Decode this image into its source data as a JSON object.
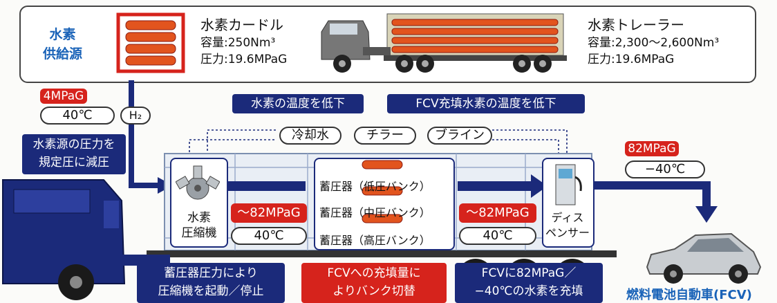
{
  "source": {
    "line1": "水素",
    "line2": "供給源"
  },
  "curdle": {
    "title": "水素カードル",
    "capacity": "容量:250Nm³",
    "pressure": "圧力:19.6MPaG"
  },
  "trailer": {
    "title": "水素トレーラー",
    "capacity": "容量:2,300〜2,600Nm³",
    "pressure": "圧力:19.6MPaG"
  },
  "inlet": {
    "pressure": "4MPaG",
    "temp": "40℃",
    "gas": "H₂"
  },
  "callouts": {
    "reduce_l1": "水素源の圧力を",
    "reduce_l2": "規定圧に減圧",
    "temp_down": "水素の温度を低下",
    "fcv_temp_down": "FCV充填水素の温度を低下"
  },
  "cooling": {
    "water": "冷却水",
    "chiller": "チラー",
    "brine": "ブライン"
  },
  "compressor": {
    "line1": "水素",
    "line2": "圧縮機",
    "pressure": "〜82MPaG",
    "temp": "40℃"
  },
  "banks": [
    "蓄圧器（低圧バンク）",
    "蓄圧器（中圧バンク）",
    "蓄圧器（高圧バンク）"
  ],
  "dispenser": {
    "line1": "ディス",
    "line2": "ペンサー",
    "pressure": "〜82MPaG",
    "temp": "40℃"
  },
  "outlet": {
    "pressure": "82MPaG",
    "temp": "−40℃"
  },
  "bottom": {
    "b1_l1": "蓄圧器圧力により",
    "b1_l2": "圧縮機を起動／停止",
    "b2_l1": "FCVへの充填量に",
    "b2_l2": "よりバンク切替",
    "b3_l1": "FCVに82MPaG／",
    "b3_l2": "−40℃の水素を充填"
  },
  "fcv_label": "燃料電池自動車(FCV)",
  "colors": {
    "navy": "#1b2a7a",
    "red": "#d6231c",
    "blue": "#1a63b8"
  }
}
